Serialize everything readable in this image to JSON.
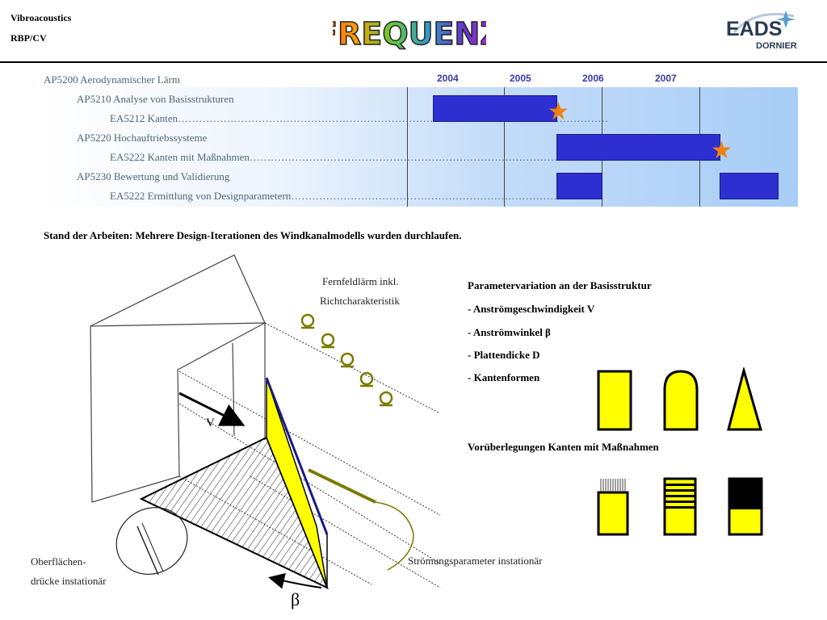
{
  "header": {
    "line1": "Vibroacoustics",
    "line2": "RBP/CV",
    "logo_text": "FREQUENZ",
    "company_main": "EADS",
    "company_sub": "DORNIER"
  },
  "gantt": {
    "years": [
      "2004",
      "2005",
      "2006",
      "2007"
    ],
    "rows": [
      "AP5200 Aerodynamischer Lärm",
      "AP5210 Analyse von Basisstrukturen",
      "EA5212 Kanten……………………………………………………………………………………………………………",
      "AP5220 Hochauftriebssysteme",
      "EA5222 Kanten mit Maßnahmen……………………………………………………………………………………",
      "AP5230 Bewertung und Validierung",
      "EA5222 Ermittlung von Designparametern……………………………………………………………………"
    ]
  },
  "status": "Stand der Arbeiten: Mehrere Design-Iterationen des Windkanalmodells wurden durchlaufen.",
  "diagram": {
    "far_field_1": "Fernfeldlärm inkl.",
    "far_field_2": "Richtcharakteristik",
    "velocity": "V",
    "surface_1": "Oberflächen-",
    "surface_2": "drücke instationär",
    "flow_param": "Strömungsparameter instationär",
    "beta": "β"
  },
  "params": {
    "title": "Parametervariation an der Basisstruktur",
    "items": [
      "- Anströmgeschwindigkeit V",
      "- Anströmwinkel β",
      "- Plattendicke D",
      "- Kantenformen"
    ],
    "prelim": "Vorüberlegungen Kanten mit Maßnahmen"
  },
  "colors": {
    "bar": "#2d2fd0",
    "star": "#f0820f",
    "plate": "#ffff00",
    "mic": "#7a7a00"
  }
}
